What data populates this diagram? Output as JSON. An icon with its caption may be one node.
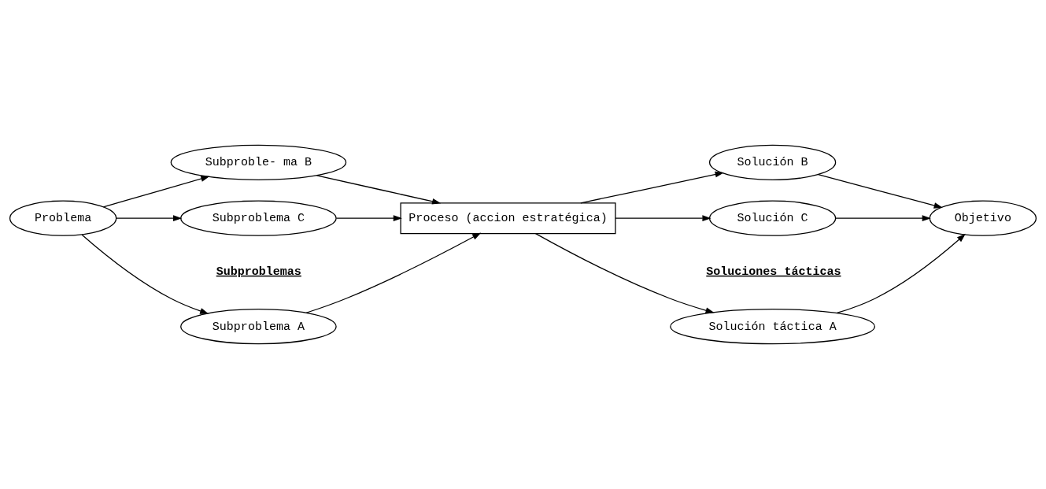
{
  "diagram": {
    "nodes": [
      {
        "text": [
          "Problema"
        ]
      },
      {
        "text": [
          "Subproblema A"
        ]
      },
      {
        "text": [
          "Subproble- ma B"
        ]
      },
      {
        "text": [
          "Subproblema C"
        ]
      },
      {
        "text": [
          "Proceso (accion estratégica)"
        ]
      },
      {
        "text": [
          "Solución táctica A"
        ]
      },
      {
        "text": [
          "Solución B"
        ]
      },
      {
        "text": [
          "Solución C"
        ]
      },
      {
        "text": [
          "Objetivo"
        ]
      }
    ],
    "edges": [
      {
        "from": 0,
        "to": 1,
        "arrow": "to"
      },
      {
        "from": 0,
        "to": 2,
        "arrow": "to"
      },
      {
        "from": 0,
        "to": 3,
        "arrow": "to"
      },
      {
        "from": 1,
        "to": 4,
        "arrow": "to"
      },
      {
        "from": 2,
        "to": 4,
        "arrow": "to"
      },
      {
        "from": 3,
        "to": 4,
        "arrow": "to"
      },
      {
        "from": 4,
        "to": 5,
        "arrow": "to"
      },
      {
        "from": 4,
        "to": 6,
        "arrow": "to"
      },
      {
        "from": 4,
        "to": 7,
        "arrow": "to"
      },
      {
        "from": 5,
        "to": 8,
        "arrow": "to"
      },
      {
        "from": 6,
        "to": 8,
        "arrow": "to"
      },
      {
        "from": 7,
        "to": 8,
        "arrow": "to"
      }
    ],
    "labels": [
      "Subproblemas",
      "Soluciones tácticas"
    ]
  }
}
